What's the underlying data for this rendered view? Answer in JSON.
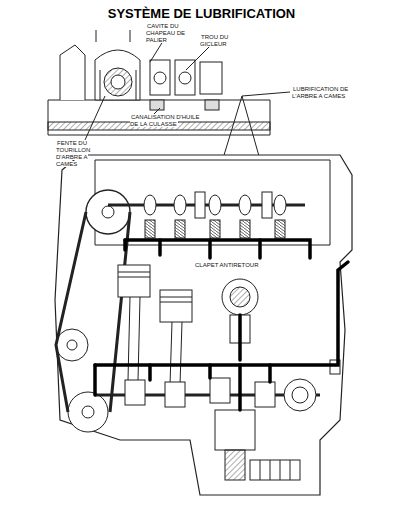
{
  "diagram": {
    "title": "SYSTÈME DE LUBRIFICATION",
    "labels": [
      "CAVITE DU CHAPEAU DE PALIER",
      "TROU DU GICLEUR",
      "LUBRIFICATION DE L'ARBRE A CAMES",
      "CANALISATION D'HUILE DE LA CULASSE",
      "FENTE DU TOURILLON D'ARBRE A CAMES",
      "CLAPET ANTIRETOUR"
    ]
  }
}
